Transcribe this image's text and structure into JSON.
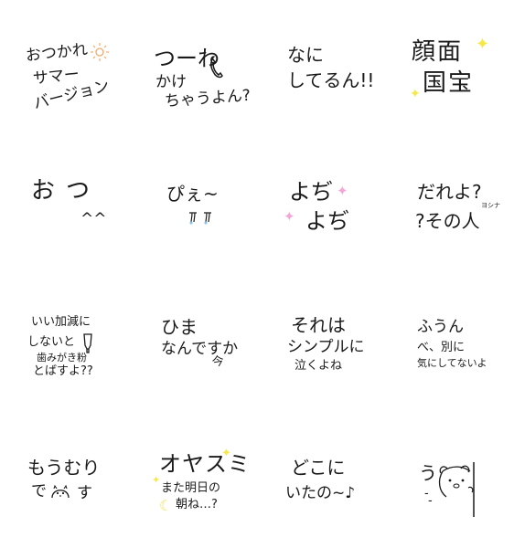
{
  "colors": {
    "ink": "#1a1a1a",
    "star_yellow": "#f7e84a",
    "star_pink": "#f4a6d8",
    "sun_orange": "#f2a96a",
    "tear_blue": "#7fc4e8",
    "moon_yellow": "#f2e25a"
  },
  "stickers": [
    {
      "lines": [
        "おつかれ",
        "サマー",
        "バージョン"
      ],
      "icon": "sun-icon"
    },
    {
      "lines": [
        "つーわ",
        "かけ",
        "ちゃうよん?"
      ],
      "icon": "phone-icon"
    },
    {
      "lines": [
        "なに",
        "してるん!!"
      ]
    },
    {
      "lines": [
        "顔面",
        "国宝"
      ],
      "icon": "sparkle-star-icon"
    },
    {
      "lines": [
        "おつ",
        "^^"
      ]
    },
    {
      "lines": [
        "ぴぇ~"
      ],
      "icon": "tears-icon"
    },
    {
      "lines": [
        "よぢ",
        "よぢ"
      ],
      "icon": "pink-star-icon"
    },
    {
      "lines": [
        "だれよ?",
        "?その人",
        "ヨシナ"
      ]
    },
    {
      "lines": [
        "いい加減に",
        "しないと",
        "歯みがき粉",
        "とばすよ??"
      ],
      "icon": "toothpaste-icon"
    },
    {
      "lines": [
        "ひま",
        "なんですか",
        "今"
      ]
    },
    {
      "lines": [
        "それは",
        "シンプルに",
        "泣くよね"
      ]
    },
    {
      "lines": [
        "ふうん",
        "べ、別に",
        "気にしてないよ"
      ]
    },
    {
      "lines": [
        "もうむり",
        "で",
        "す"
      ],
      "icon": "face-icon"
    },
    {
      "lines": [
        "オヤスミ",
        "また明日の",
        "朝ね…?"
      ],
      "icon": "moon-icon"
    },
    {
      "lines": [
        "どこに",
        "いたの~♪"
      ]
    },
    {
      "lines": [
        "う",
        "-",
        "-"
      ],
      "icon": "peeking-bear-icon"
    }
  ]
}
